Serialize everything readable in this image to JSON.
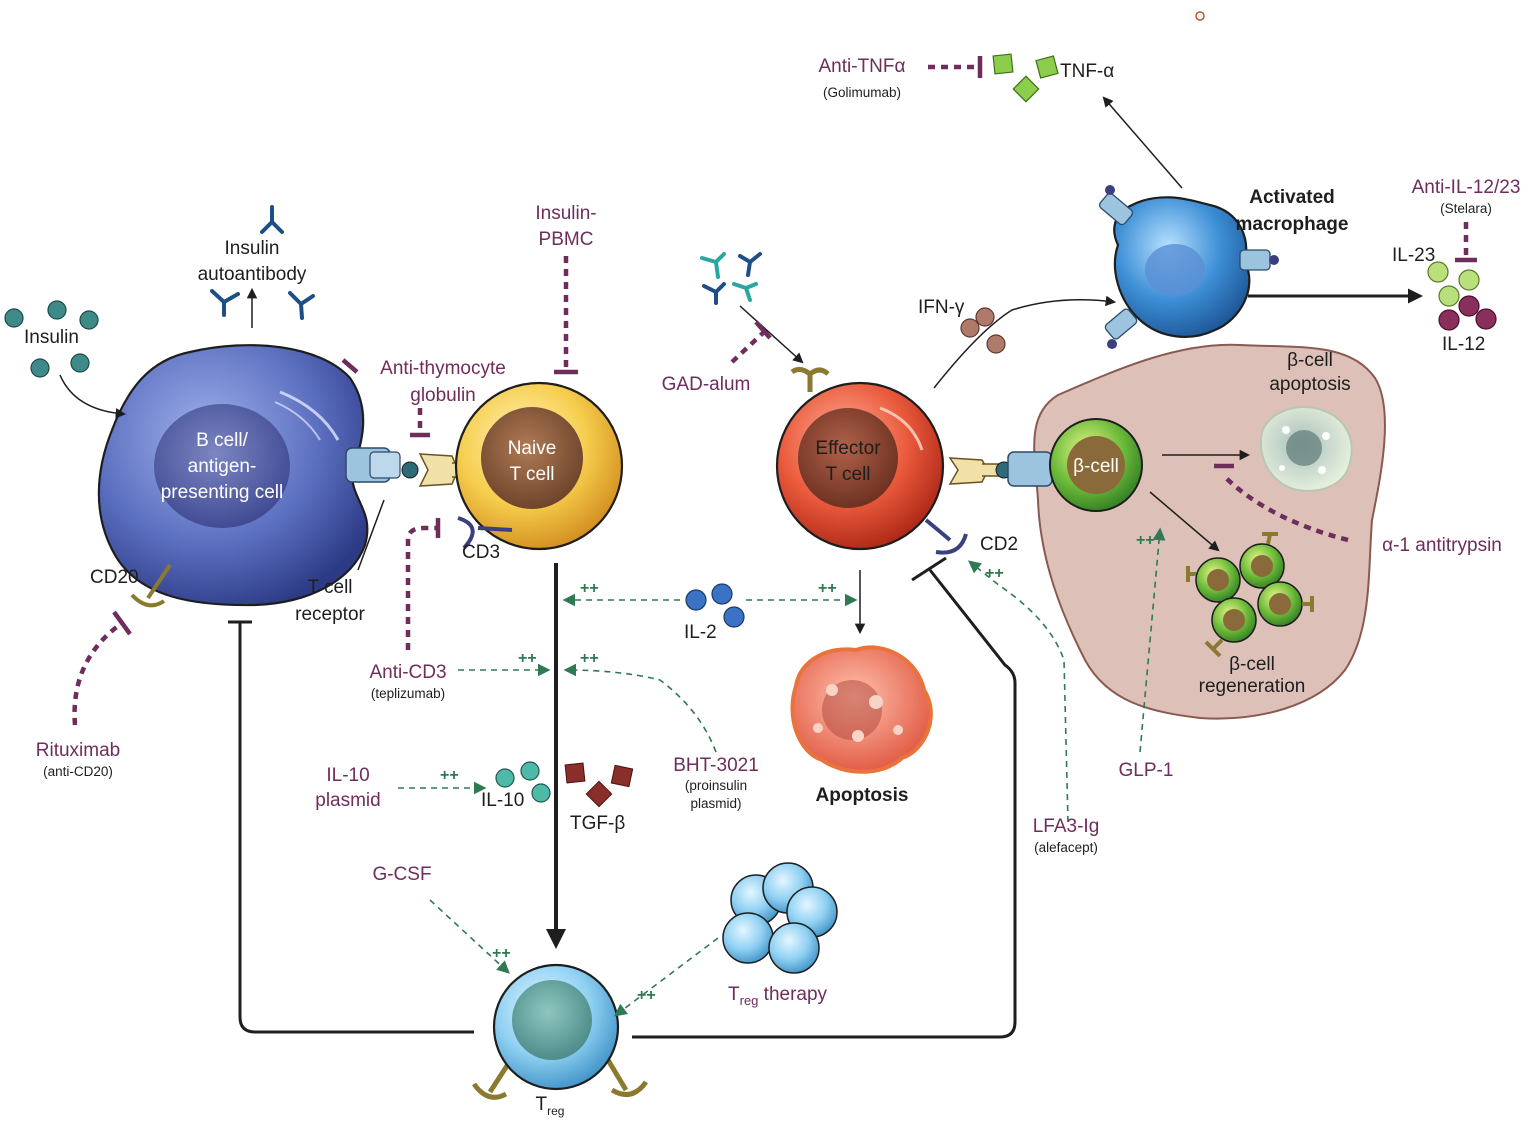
{
  "labels": {
    "insulin": "Insulin",
    "insulin_autoantibody_1": "Insulin",
    "insulin_autoantibody_2": "autoantibody",
    "bcell_1": "B cell/",
    "bcell_2": "antigen-",
    "bcell_3": "presenting cell",
    "cd20": "CD20",
    "rituximab": "Rituximab",
    "rituximab_sub": "(anti-CD20)",
    "tcr_1": "T cell",
    "tcr_2": "receptor",
    "atg_1": "Anti-thymocyte",
    "atg_2": "globulin",
    "insulin_pbmc_1": "Insulin-",
    "insulin_pbmc_2": "PBMC",
    "naive_1": "Naive",
    "naive_2": "T cell",
    "cd3": "CD3",
    "anti_cd3": "Anti-CD3",
    "anti_cd3_sub": "(teplizumab)",
    "il2": "IL-2",
    "gad_alum": "GAD-alum",
    "effector_1": "Effector",
    "effector_2": "T cell",
    "cd2": "CD2",
    "apoptosis": "Apoptosis",
    "ifn": "IFN-γ",
    "anti_tnf": "Anti-TNFα",
    "anti_tnf_sub": "(Golimumab)",
    "tnf": "TNF-α",
    "macrophage_1": "Activated",
    "macrophage_2": "macrophage",
    "anti_il12_1": "Anti-IL-12/23",
    "anti_il12_sub": "(Stelara)",
    "il23": "IL-23",
    "il12": "IL-12",
    "bcell_apop_1": "β-cell",
    "bcell_apop_2": "apoptosis",
    "beta_cell": "β-cell",
    "a1at": "α-1 antitrypsin",
    "regen_1": "β-cell",
    "regen_2": "regeneration",
    "glp1": "GLP-1",
    "lfa3_1": "LFA3-Ig",
    "lfa3_sub": "(alefacept)",
    "bht_1": "BHT-3021",
    "bht_2": "(proinsulin",
    "bht_3": "plasmid)",
    "il10_plasmid_1": "IL-10",
    "il10_plasmid_2": "plasmid",
    "il10": "IL-10",
    "tgfb": "TGF-β",
    "gcsf": "G-CSF",
    "treg_therapy_T": "T",
    "treg_therapy_sub": "reg",
    "treg_therapy_rest": " therapy",
    "treg_T": "T",
    "treg_sub": "reg",
    "pp": "++"
  },
  "colors": {
    "drug_label": "#6e2d5c",
    "stimulation": "#2f7a52",
    "bcell": "#5b6fc0",
    "naive": "#f2b43a",
    "effector": "#e24a30",
    "beta_cell": "#3f9a35",
    "treg": "#7ec3e8",
    "macrophage": "#3d8fd6"
  },
  "icons": [
    "antibody-icon",
    "insulin-molecule-icon",
    "receptor-icon",
    "cytokine-icon",
    "apoptotic-cell-icon"
  ]
}
